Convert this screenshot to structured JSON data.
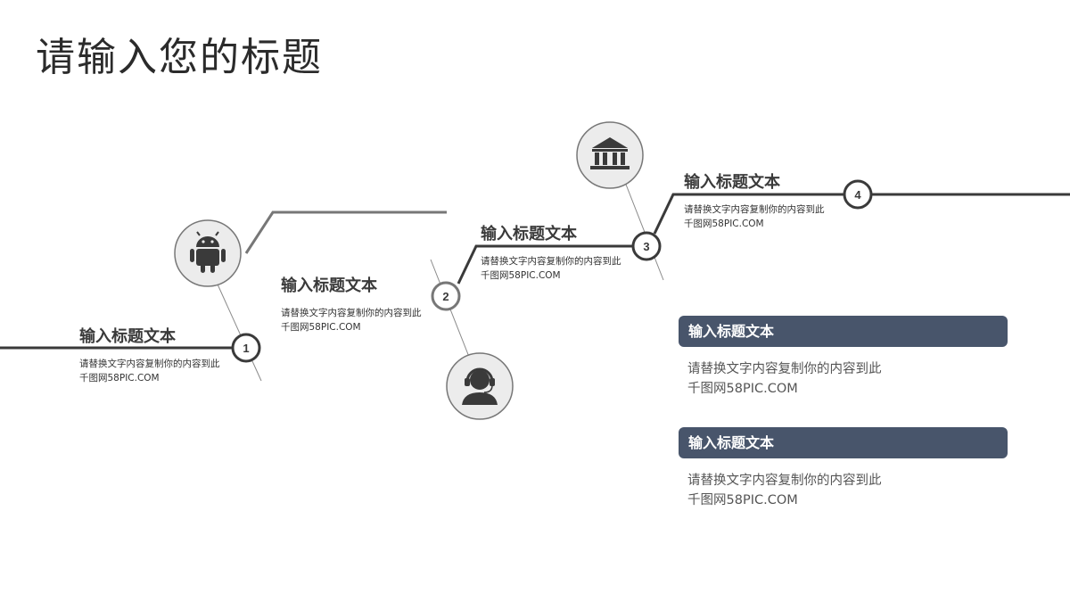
{
  "page_title": "请输入您的标题",
  "colors": {
    "line_dark": "#3a3a3a",
    "line_light": "#777777",
    "icon_circle_fill": "#ececec",
    "icon_fill": "#3a3a3a",
    "header_bg": "#48556b"
  },
  "steps": [
    {
      "number": "1",
      "title": "输入标题文本",
      "desc_line1": "请替换文字内容复制你的内容到此",
      "desc_line2": "千图网58PIC.COM"
    },
    {
      "number": "2",
      "title": "输入标题文本",
      "desc_line1": "请替换文字内容复制你的内容到此",
      "desc_line2": "千图网58PIC.COM"
    },
    {
      "number": "3",
      "title": "输入标题文本",
      "desc_line1": "请替换文字内容复制你的内容到此",
      "desc_line2": "千图网58PIC.COM"
    },
    {
      "number": "4",
      "title": "输入标题文本",
      "desc_line1": "请替换文字内容复制你的内容到此",
      "desc_line2": "千图网58PIC.COM"
    }
  ],
  "icons": [
    "android-icon",
    "support-agent-icon",
    "bank-icon"
  ],
  "info_blocks": [
    {
      "title": "输入标题文本",
      "desc_line1": "请替换文字内容复制你的内容到此",
      "desc_line2": "千图网58PIC.COM"
    },
    {
      "title": "输入标题文本",
      "desc_line1": "请替换文字内容复制你的内容到此",
      "desc_line2": "千图网58PIC.COM"
    }
  ]
}
